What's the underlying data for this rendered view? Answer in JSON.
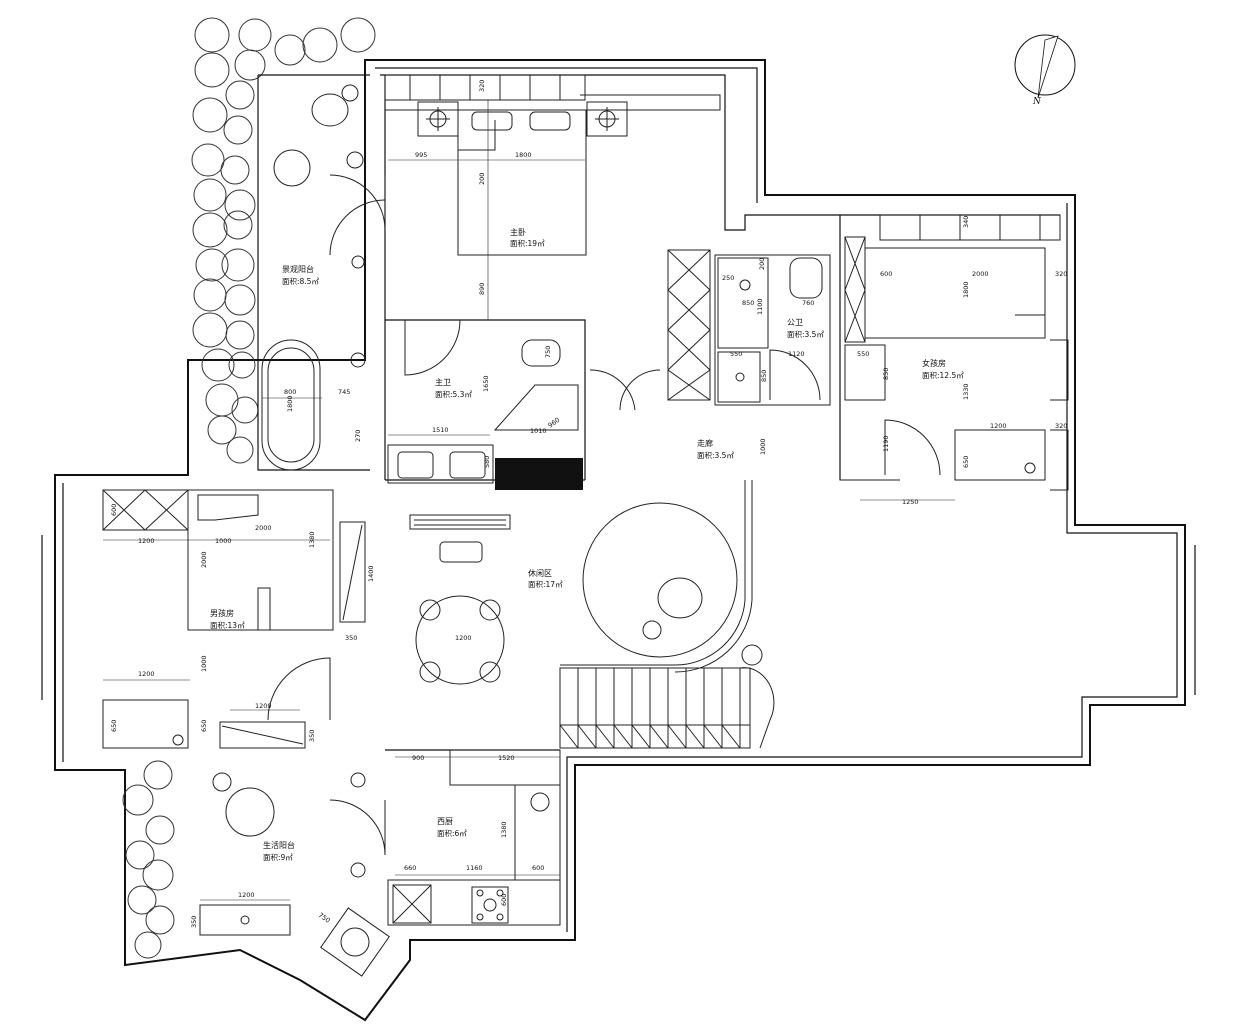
{
  "rooms": {
    "master_bedroom": {
      "name": "主卧",
      "area": "面积:19㎡"
    },
    "balcony_view": {
      "name": "景观阳台",
      "area": "面积:8.5㎡"
    },
    "master_bath": {
      "name": "主卫",
      "area": "面积:5.3㎡"
    },
    "public_bath": {
      "name": "公卫",
      "area": "面积:3.5㎡"
    },
    "girl_room": {
      "name": "女孩房",
      "area": "面积:12.5㎡"
    },
    "corridor": {
      "name": "走廊",
      "area": "面积:3.5㎡"
    },
    "leisure": {
      "name": "休闲区",
      "area": "面积:17㎡"
    },
    "boy_room": {
      "name": "男孩房",
      "area": "面积:13㎡"
    },
    "life_balcony": {
      "name": "生活阳台",
      "area": "面积:9㎡"
    },
    "kitchen": {
      "name": "西厨",
      "area": "面积:6㎡"
    }
  },
  "dimensions": {
    "d995": "995",
    "d1800a": "1800",
    "d200a": "200",
    "d890": "890",
    "d320a": "320",
    "d800": "800",
    "d1800b": "1800",
    "d745": "745",
    "d1650": "1650",
    "d750": "750",
    "d1510": "1510",
    "d960": "960",
    "d1010": "1010",
    "d270": "270",
    "d580": "580",
    "d250": "250",
    "d200b": "200",
    "d850": "850",
    "d1100": "1100",
    "d760": "760",
    "d550a": "550",
    "d1120": "1120",
    "d850b": "850",
    "d1000a": "1000",
    "d340": "340",
    "d600a": "600",
    "d2000a": "2000",
    "d1800c": "1800",
    "d320b": "320",
    "d550b": "550",
    "d850c": "850",
    "d1330": "1330",
    "d1200a": "1200",
    "d320c": "320",
    "d650a": "650",
    "d1190": "1190",
    "d1250": "1250",
    "d600b": "600",
    "d1200b": "1200",
    "d1000b": "1000",
    "d2000b": "2000",
    "d2000c": "2000",
    "d1380": "1380",
    "d1400": "1400",
    "d350a": "350",
    "d1200c": "1200",
    "d1000c": "1000",
    "d1200d": "1200",
    "d650b": "650",
    "d1200e": "1200",
    "d650c": "650",
    "d350b": "350",
    "d900": "900",
    "d1520": "1520",
    "d1380b": "1380",
    "d660": "660",
    "d1160": "1160",
    "d600c": "600",
    "d600d": "600",
    "d1200f": "1200",
    "d350c": "350",
    "d750b": "750"
  },
  "compass": {
    "letter": "N"
  }
}
